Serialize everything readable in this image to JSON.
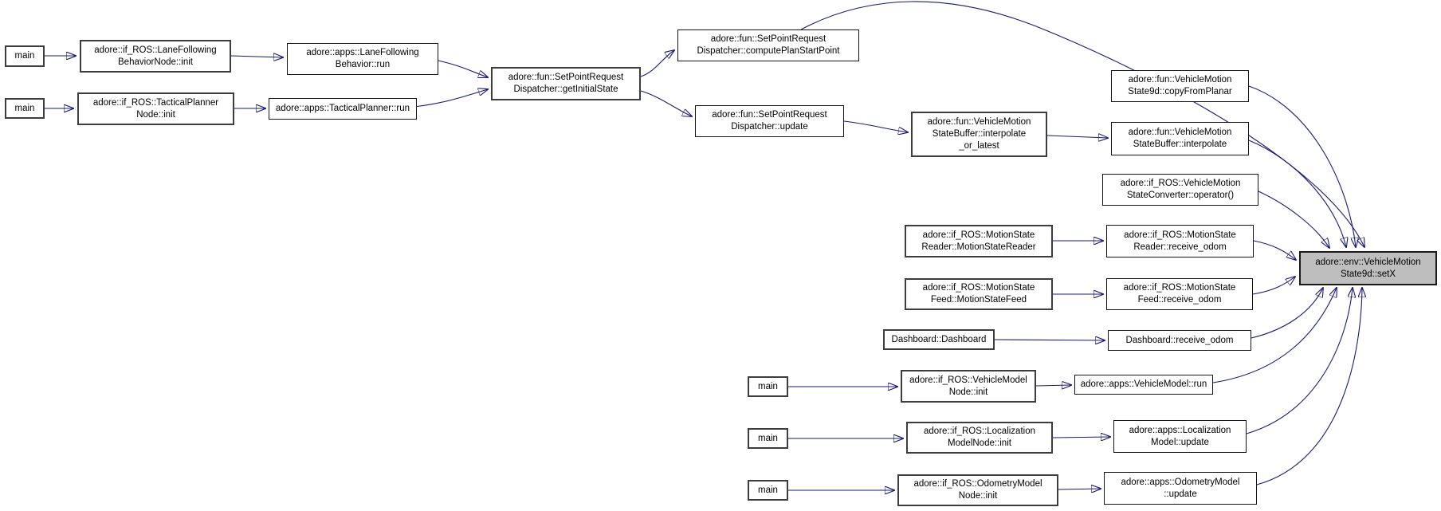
{
  "diagram": {
    "kind": "doxygen-caller-graph",
    "edge_color": "#191970",
    "node_fill": "#ffffff",
    "node_border_color": "#141414",
    "highlight_fill": "#bebebe"
  },
  "nodes": {
    "main_lane_following": {
      "label": "main"
    },
    "lane_following_behavior_node_init": {
      "label": "adore::if_ROS::LaneFollowing\nBehaviorNode::init"
    },
    "lane_following_behavior_run": {
      "label": "adore::apps::LaneFollowing\nBehavior::run"
    },
    "main_tactical_planner": {
      "label": "main"
    },
    "tactical_planner_node_init": {
      "label": "adore::if_ROS::TacticalPlanner\nNode::init"
    },
    "tactical_planner_run": {
      "label": "adore::apps::TacticalPlanner::run"
    },
    "get_initial_state": {
      "label": "adore::fun::SetPointRequest\nDispatcher::getInitialState"
    },
    "compute_plan_start_point": {
      "label": "adore::fun::SetPointRequest\nDispatcher::computePlanStartPoint"
    },
    "dispatcher_update": {
      "label": "adore::fun::SetPointRequest\nDispatcher::update"
    },
    "interpolate_or_latest": {
      "label": "adore::fun::VehicleMotion\nStateBuffer::interpolate\n_or_latest"
    },
    "copy_from_planar": {
      "label": "adore::fun::VehicleMotion\nState9d::copyFromPlanar"
    },
    "interpolate": {
      "label": "adore::fun::VehicleMotion\nStateBuffer::interpolate"
    },
    "state_converter_operator": {
      "label": "adore::if_ROS::VehicleMotion\nStateConverter::operator()"
    },
    "motion_state_reader_ctor": {
      "label": "adore::if_ROS::MotionState\nReader::MotionStateReader"
    },
    "reader_receive_odom": {
      "label": "adore::if_ROS::MotionState\nReader::receive_odom"
    },
    "motion_state_feed_ctor": {
      "label": "adore::if_ROS::MotionState\nFeed::MotionStateFeed"
    },
    "feed_receive_odom": {
      "label": "adore::if_ROS::MotionState\nFeed::receive_odom"
    },
    "dashboard_ctor": {
      "label": "Dashboard::Dashboard"
    },
    "dashboard_receive_odom": {
      "label": "Dashboard::receive_odom"
    },
    "main_vehicle_model": {
      "label": "main"
    },
    "vehicle_model_node_init": {
      "label": "adore::if_ROS::VehicleModel\nNode::init"
    },
    "vehicle_model_run": {
      "label": "adore::apps::VehicleModel::run"
    },
    "main_localization": {
      "label": "main"
    },
    "localization_model_node_init": {
      "label": "adore::if_ROS::Localization\nModelNode::init"
    },
    "localization_model_update": {
      "label": "adore::apps::Localization\nModel::update"
    },
    "main_odometry": {
      "label": "main"
    },
    "odometry_model_node_init": {
      "label": "adore::if_ROS::OdometryModel\nNode::init"
    },
    "odometry_model_update": {
      "label": "adore::apps::OdometryModel\n::update"
    },
    "set_x": {
      "label": "adore::env::VehicleMotion\nState9d::setX"
    }
  }
}
